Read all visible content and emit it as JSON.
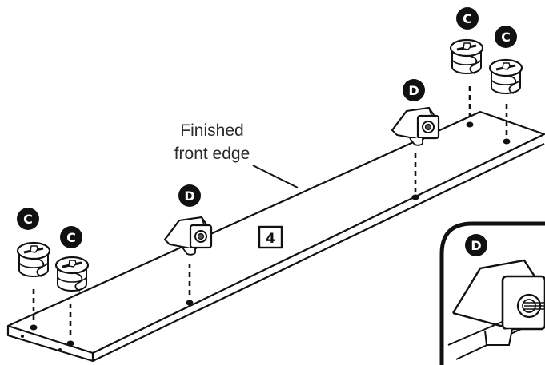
{
  "diagram": {
    "callout": {
      "line1": "Finished",
      "line2": "front edge"
    },
    "panel_number": "4",
    "parts": {
      "cam_lock": "C",
      "connector": "D"
    },
    "detail_label": "D"
  },
  "colors": {
    "ink": "#111111",
    "paper": "#ffffff"
  }
}
